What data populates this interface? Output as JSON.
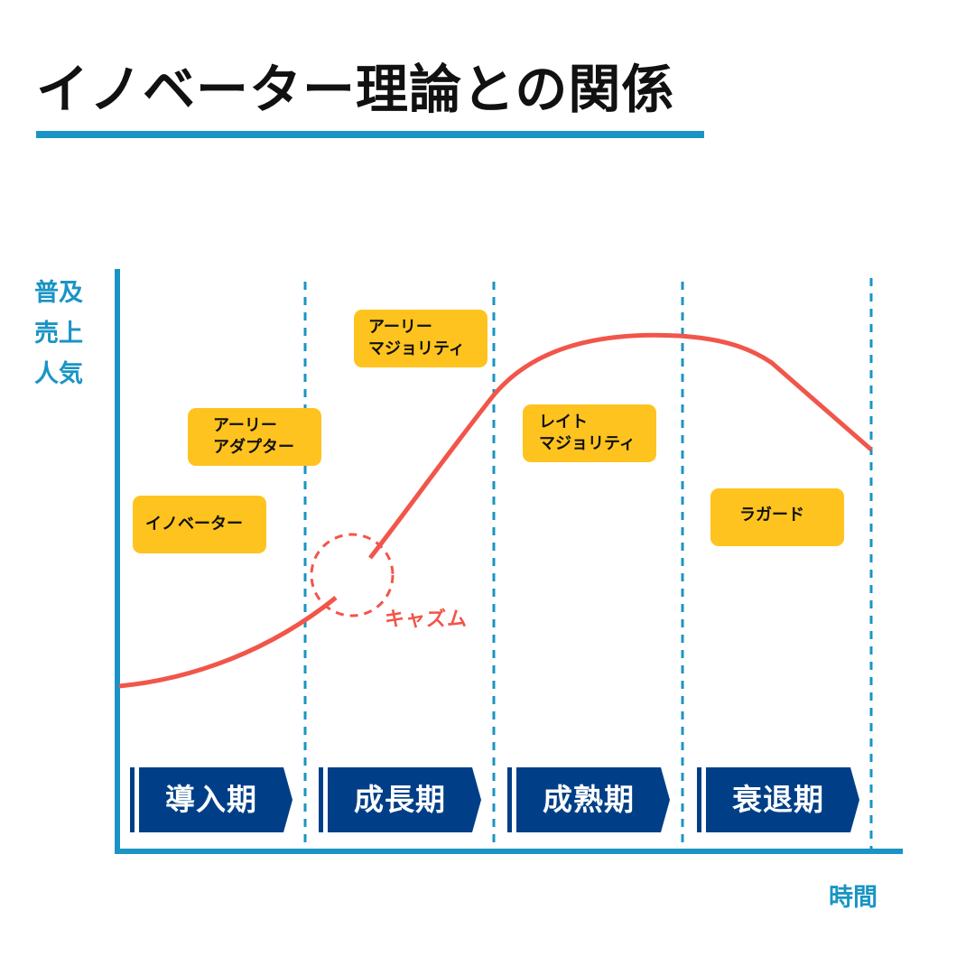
{
  "title": "イノベーター理論との関係",
  "y_axis_label": [
    "普及",
    "売上",
    "人気"
  ],
  "x_axis_label": "時間",
  "chasm_label": "キャズム",
  "adopter_categories": [
    {
      "lines": [
        "イノベーター"
      ]
    },
    {
      "lines": [
        "アーリー",
        "アダプター"
      ]
    },
    {
      "lines": [
        "アーリー",
        "マジョリティ"
      ]
    },
    {
      "lines": [
        "レイト",
        "マジョリティ"
      ]
    },
    {
      "lines": [
        "ラガード"
      ]
    }
  ],
  "phases": [
    "導入期",
    "成長期",
    "成熟期",
    "衰退期"
  ],
  "colors": {
    "accent_blue": "#1a94c4",
    "phase_navy": "#003f87",
    "category_yellow": "#fec31e",
    "curve_red": "#f2554a"
  }
}
